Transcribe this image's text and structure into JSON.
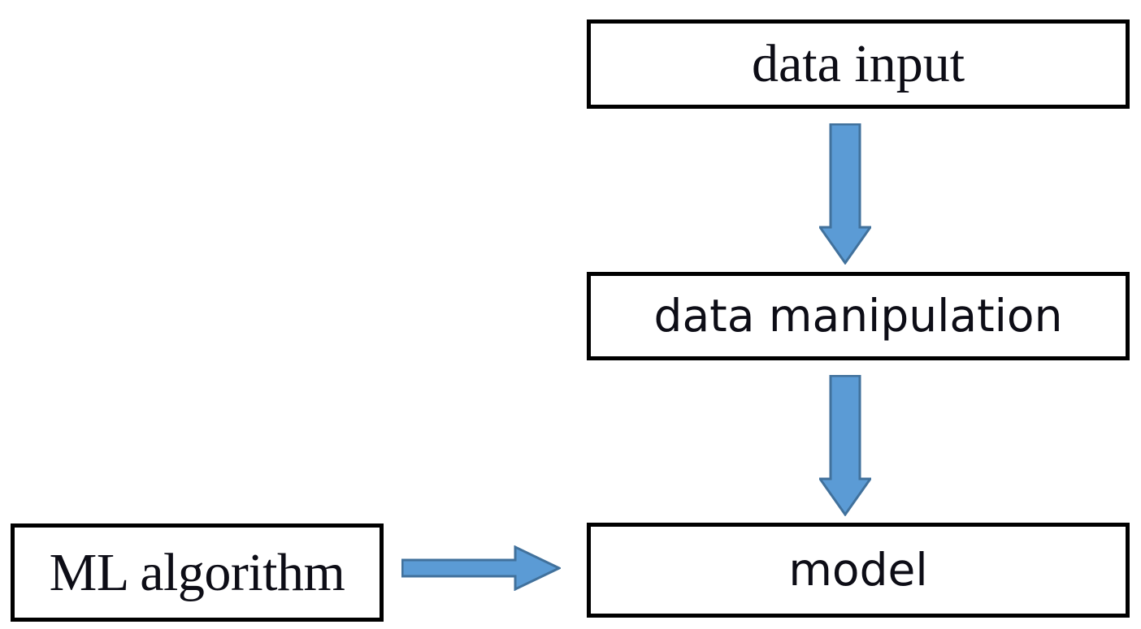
{
  "diagram": {
    "title": "machine learning workflow flowchart",
    "background_color": "#ffffff",
    "box_border_color": "#000000",
    "box_fill_color": "#ffffff",
    "text_color": "#0d0d16",
    "arrow_fill_color": "#5b9bd5",
    "arrow_border_color": "#41719c",
    "nodes": [
      {
        "id": "data-input",
        "label": "data input",
        "typeface": "serif"
      },
      {
        "id": "data-manipulation",
        "label": "data manipulation",
        "typeface": "sans-serif"
      },
      {
        "id": "model",
        "label": "model",
        "typeface": "sans-serif"
      },
      {
        "id": "ml-algorithm",
        "label": "ML algorithm",
        "typeface": "serif"
      }
    ],
    "arrows": [
      {
        "id": "input-to-manipulation",
        "from": "data input",
        "to": "data manipulation",
        "direction": "down"
      },
      {
        "id": "manipulation-to-model",
        "from": "data manipulation",
        "to": "model",
        "direction": "down"
      },
      {
        "id": "ml-to-model",
        "from": "ML algorithm",
        "to": "model",
        "direction": "right"
      }
    ]
  }
}
